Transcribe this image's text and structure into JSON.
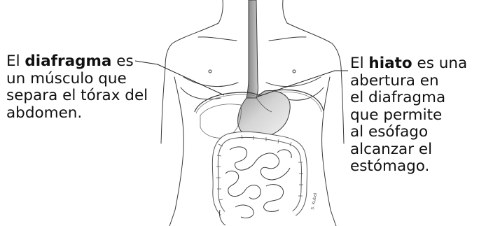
{
  "left_callout": {
    "prefix": "El ",
    "term": "diafragma",
    "lines": [
      "es",
      "un músculo que",
      "separa el tórax del",
      "abdomen."
    ]
  },
  "right_callout": {
    "prefix": "El ",
    "term": "hiato",
    "lines": [
      "es una",
      "abertura en",
      "el diafragma",
      "que permite",
      "al esófago",
      "alcanzar el",
      "estómago."
    ]
  },
  "signature": "S. Kubal",
  "colors": {
    "line": "#3a3a3a",
    "stomach_dark": "#8a8a8a",
    "stomach_light": "#e6e6e6"
  }
}
